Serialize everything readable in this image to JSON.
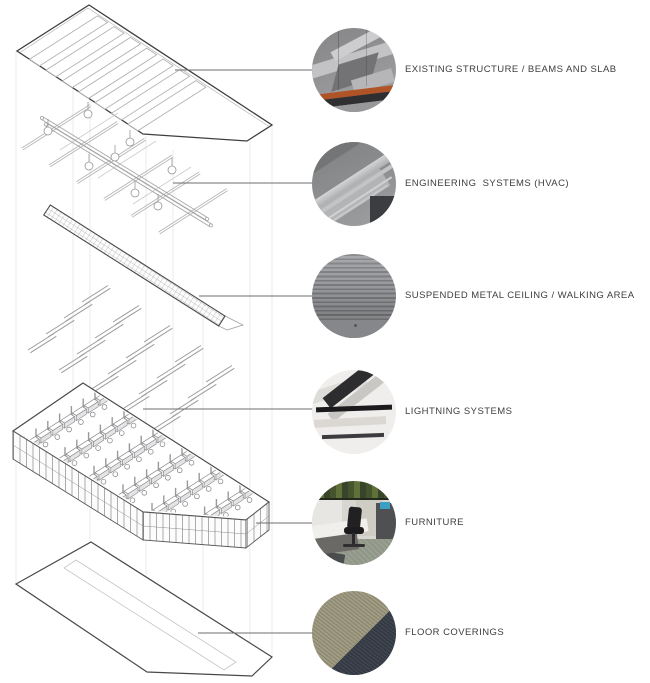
{
  "diagram": {
    "type": "exploded-axonometric-building-layers",
    "layers": [
      {
        "name": "existing-structure",
        "label": "EXISTING STRUCTURE / BEAMS AND SLAB",
        "photo": "concrete-beams-and-slab-with-orange-stripe"
      },
      {
        "name": "engineering-systems-hvac",
        "label": "ENGINEERING  SYSTEMS (HVAC)",
        "photo": "ceiling-hvac-ducts-grayscale"
      },
      {
        "name": "suspended-metal-ceiling",
        "label": "SUSPENDED METAL CEILING / WALKING AREA",
        "photo": "metal-slat-ceiling"
      },
      {
        "name": "lightning-systems",
        "label": "LIGHTNING SYSTEMS",
        "photo": "white-ceiling-with-linear-black-lights"
      },
      {
        "name": "furniture",
        "label": "FURNITURE",
        "photo": "open-office-desks-chair-plant-wall"
      },
      {
        "name": "floor-coverings",
        "label": "FLOOR COVERINGS",
        "photo": "carpet-tiles-olive-and-dark-navy"
      }
    ]
  },
  "colors": {
    "background": "#ffffff",
    "label-text": "#3e3e40",
    "leader-line": "#6e6e70",
    "outline-dark": "#3f3f41",
    "line-mid": "#9c9c9e",
    "projection-line": "#e3e3e5",
    "accent-orange": "#b05427",
    "plant-green": "#5f7039",
    "carpet-olive": "#a09c84",
    "carpet-navy": "#343a44"
  }
}
